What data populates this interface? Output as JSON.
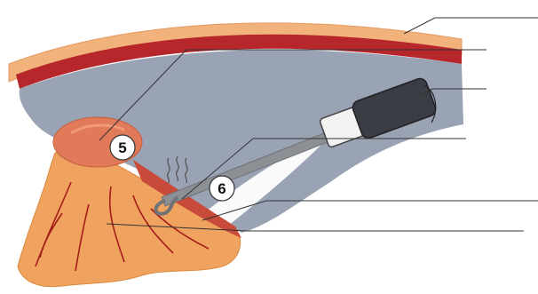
{
  "callouts": [
    {
      "id": "5",
      "label": "5"
    },
    {
      "id": "6",
      "label": "6"
    }
  ],
  "leader_line_count": 6,
  "colors": {
    "background": "#ffffff",
    "skin": "#f2b27c",
    "muscle": "#b7262b",
    "cavity": "#9aa3b4",
    "organ": "#e07a58",
    "omentum": "#f0a35e",
    "vessels": "#a51c1c",
    "instrument": "#8c8f93",
    "handle": "#3a3d44",
    "leader_lines": "#333333"
  },
  "icons": {
    "heat": "heat-wave-icon",
    "hook": "hook-tip-icon"
  }
}
